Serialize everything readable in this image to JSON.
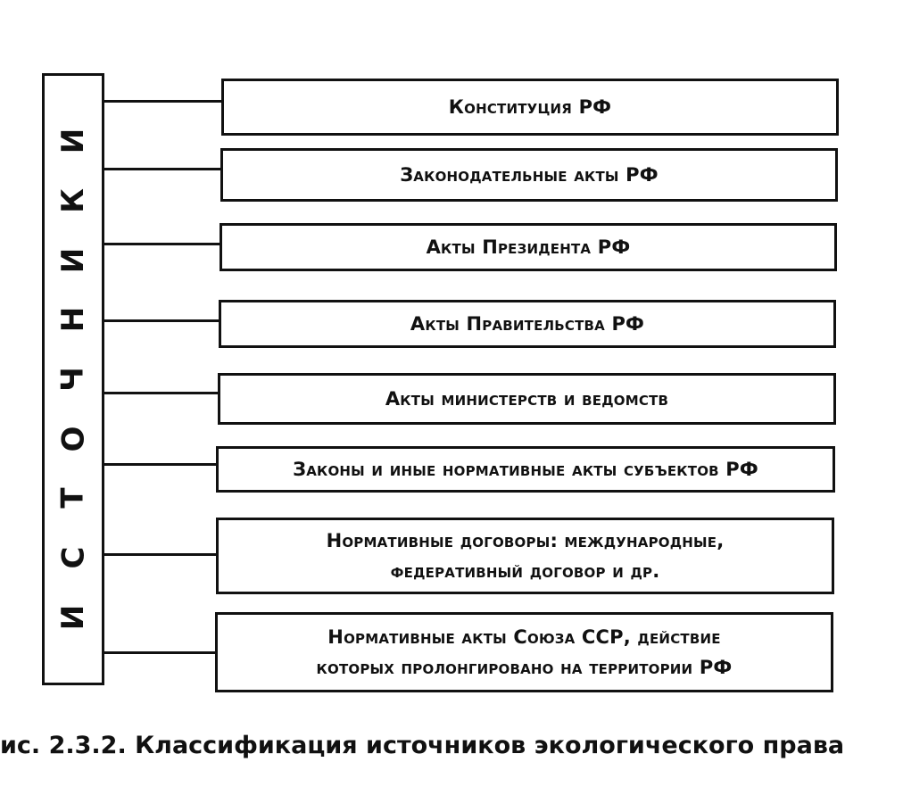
{
  "diagram": {
    "sources_label": "ИСТОЧНИКИ",
    "items": [
      {
        "text": "Конституция РФ"
      },
      {
        "text": "Законодательные акты РФ"
      },
      {
        "text": "Акты Президента РФ"
      },
      {
        "text": "Акты Правительства РФ"
      },
      {
        "text": "Акты министерств и ведомств"
      },
      {
        "text": "Законы и иные нормативные акты субъектов РФ"
      },
      {
        "text": "Нормативные договоры: международные,\nфедеративный договор и др."
      },
      {
        "text": "Нормативные акты Союза ССР, действие\nкоторых пролонгировано на территории РФ"
      }
    ]
  },
  "caption": "ис. 2.3.2. Классификация источников экологического права"
}
